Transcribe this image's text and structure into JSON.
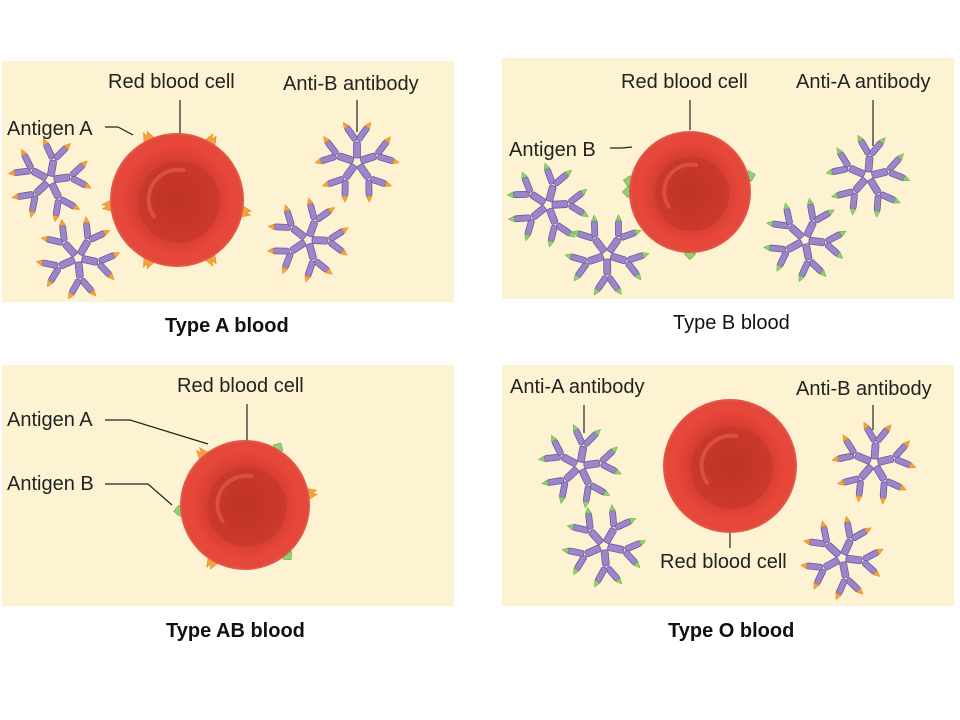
{
  "colors": {
    "panel_bg": "#fdf3d2",
    "rbc_outer": "#e8473a",
    "rbc_inner": "#c9372e",
    "antigen_a": "#f5a33c",
    "antigen_b": "#8fd072",
    "antibody_body": "#9b86c9",
    "antibody_outline": "#6d5aa3"
  },
  "panels": [
    {
      "id": "type-a",
      "caption": "Type A blood",
      "caption_bold": true,
      "labels": {
        "rbc": "Red blood cell",
        "antibody": "Anti-B antibody",
        "antigen_a": "Antigen A"
      },
      "antigens": [
        "A"
      ],
      "antibodies": [
        "anti-b"
      ]
    },
    {
      "id": "type-b",
      "caption": "Type B blood",
      "caption_bold": false,
      "labels": {
        "rbc": "Red blood cell",
        "antibody": "Anti-A antibody",
        "antigen_b": "Antigen B"
      },
      "antigens": [
        "B"
      ],
      "antibodies": [
        "anti-a"
      ]
    },
    {
      "id": "type-ab",
      "caption": "Type AB blood",
      "caption_bold": true,
      "labels": {
        "rbc": "Red blood cell",
        "antigen_a": "Antigen A",
        "antigen_b": "Antigen B"
      },
      "antigens": [
        "A",
        "B"
      ],
      "antibodies": []
    },
    {
      "id": "type-o",
      "caption": "Type O blood",
      "caption_bold": true,
      "labels": {
        "anti_a": "Anti-A antibody",
        "anti_b": "Anti-B antibody",
        "rbc": "Red blood cell"
      },
      "antigens": [],
      "antibodies": [
        "anti-a",
        "anti-b"
      ]
    }
  ]
}
